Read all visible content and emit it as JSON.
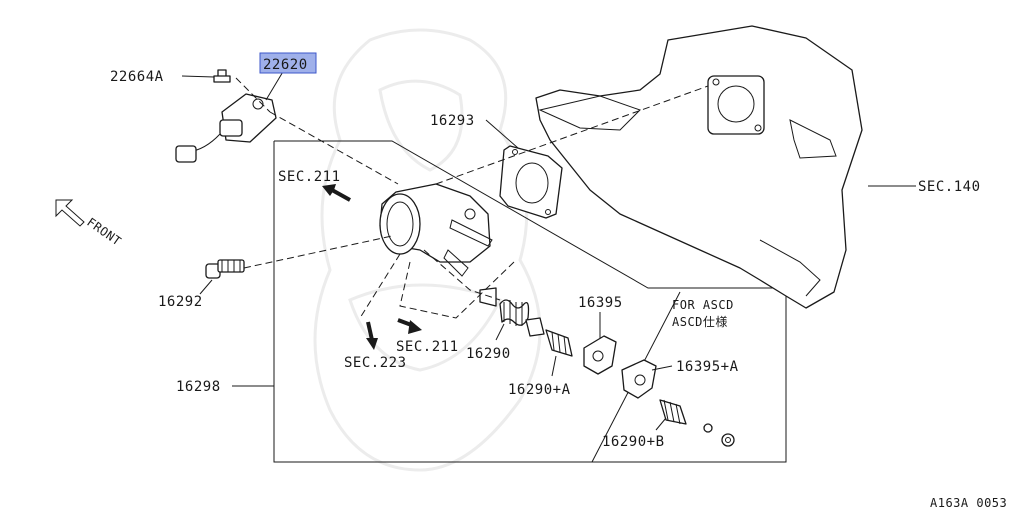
{
  "diagram": {
    "highlight_color": "#9fb0ea",
    "front_label": "FRONT",
    "ascd_note_line1": "FOR ASCD",
    "ascd_note_line2": "ASCD仕様",
    "figure_id": "A163A 0053",
    "parts": {
      "p22620": "22620",
      "p22664A": "22664A",
      "p16293": "16293",
      "p16292": "16292",
      "p16290": "16290",
      "p16290A": "16290+A",
      "p16395": "16395",
      "p16395A": "16395+A",
      "p16290B": "16290+B",
      "p16298": "16298"
    },
    "sections": {
      "sec211_upper": "SEC.211",
      "sec211_lower": "SEC.211",
      "sec223": "SEC.223",
      "sec140": "SEC.140"
    }
  }
}
